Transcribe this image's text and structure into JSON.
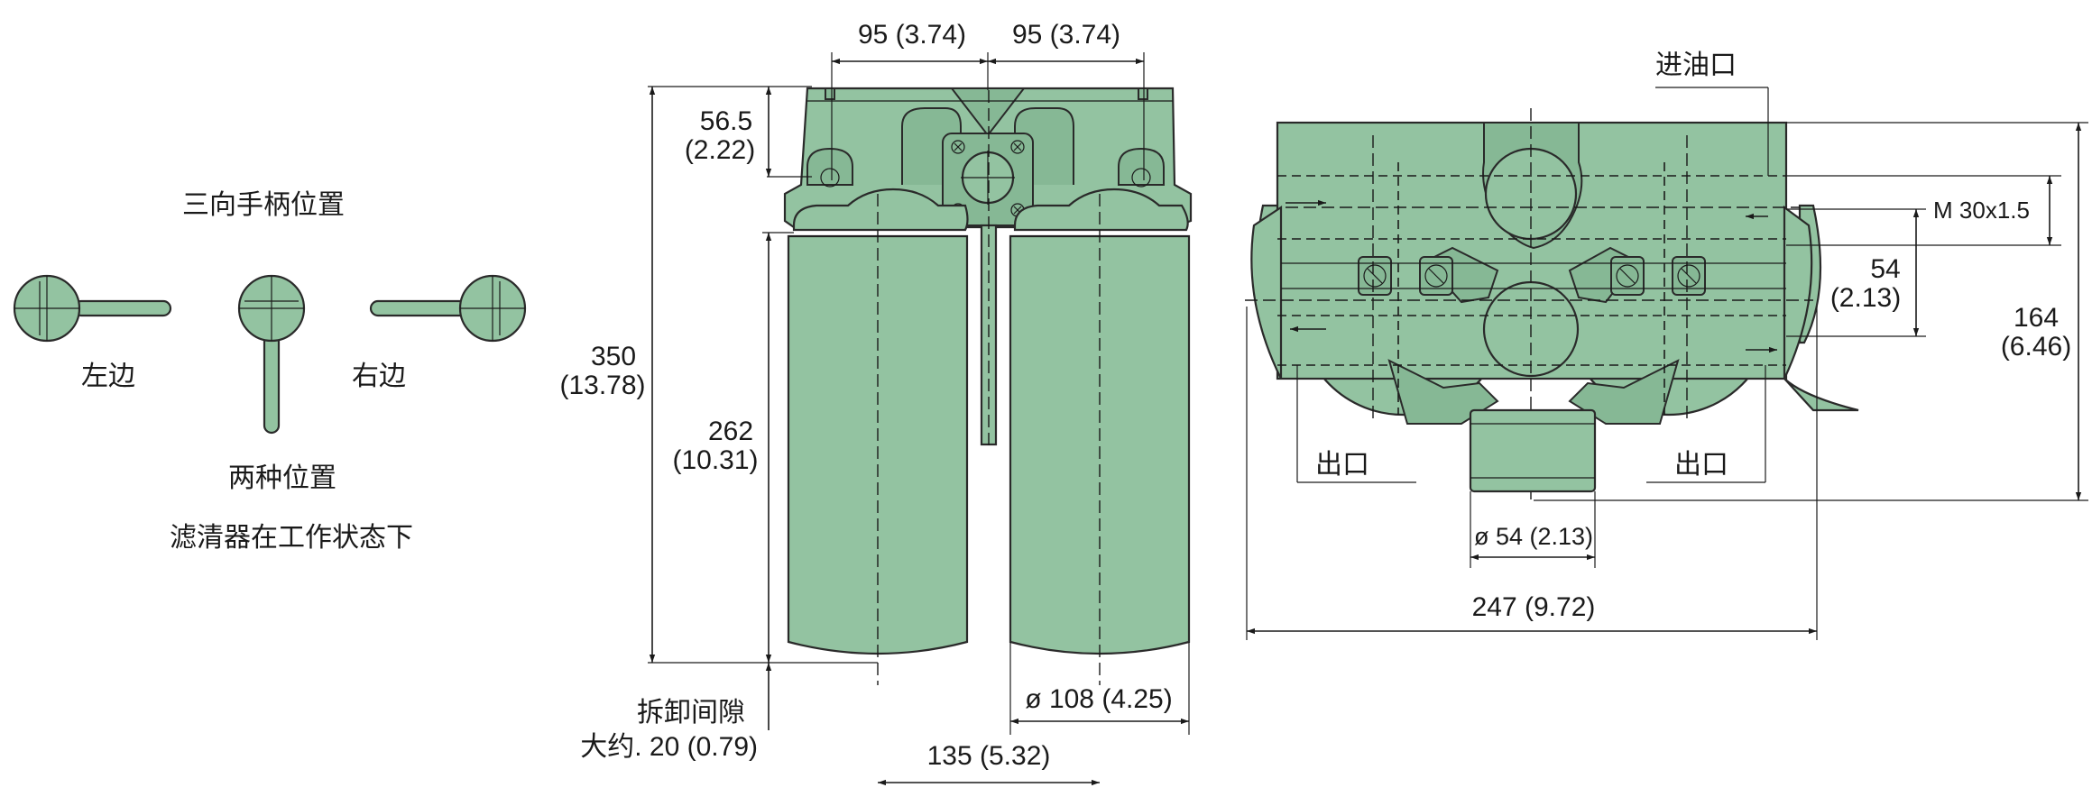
{
  "handle_panel": {
    "title": "三向手柄位置",
    "left_label": "左边",
    "right_label": "右边",
    "two_positions": "两种位置",
    "working_state": "滤清器在工作状态下"
  },
  "front_view": {
    "dim_top_left": "95 (3.74)",
    "dim_top_right": "95 (3.74)",
    "dim_head_height_mm": "56.5",
    "dim_head_height_in": "(2.22)",
    "dim_total_height_mm": "350",
    "dim_total_height_in": "(13.78)",
    "dim_bowl_height_mm": "262",
    "dim_bowl_height_in": "(10.31)",
    "removal_clearance_line1": "拆卸间隙",
    "removal_clearance_line2": "大约. 20 (0.79)",
    "dim_bowl_diameter": "ø 108 (4.25)",
    "dim_center_distance": "135 (5.32)"
  },
  "top_view": {
    "inlet_label": "进油口",
    "thread_label": "M 30x1.5",
    "dim_port_spacing_mm": "54",
    "dim_port_spacing_in": "(2.13)",
    "dim_height_mm": "164",
    "dim_height_in": "(6.46)",
    "outlet_left_label": "出口",
    "outlet_right_label": "出口",
    "dim_stem_diameter": "ø 54 (2.13)",
    "dim_total_width": "247 (9.72)"
  },
  "colors": {
    "filter_body": "#93c3a1",
    "outline": "#2a2a2a"
  }
}
